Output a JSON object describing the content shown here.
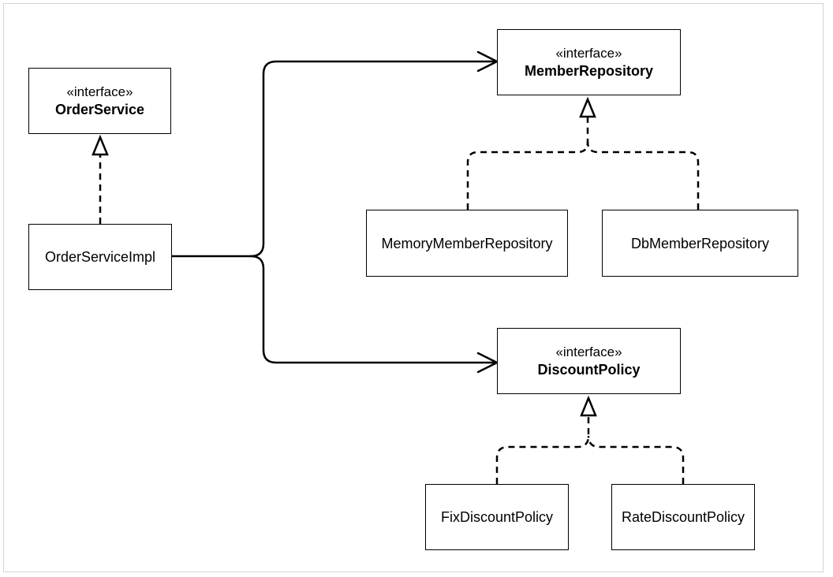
{
  "diagram": {
    "stereotype": "«interface»",
    "nodes": {
      "order_service": {
        "stereotype": "«interface»",
        "name": "OrderService",
        "kind": "interface"
      },
      "order_service_impl": {
        "name": "OrderServiceImpl",
        "kind": "class"
      },
      "member_repository": {
        "stereotype": "«interface»",
        "name": "MemberRepository",
        "kind": "interface"
      },
      "memory_member_repository": {
        "name": "MemoryMemberRepository",
        "kind": "class"
      },
      "db_member_repository": {
        "name": "DbMemberRepository",
        "kind": "class"
      },
      "discount_policy": {
        "stereotype": "«interface»",
        "name": "DiscountPolicy",
        "kind": "interface"
      },
      "fix_discount_policy": {
        "name": "FixDiscountPolicy",
        "kind": "class"
      },
      "rate_discount_policy": {
        "name": "RateDiscountPolicy",
        "kind": "class"
      }
    },
    "edges": [
      {
        "from": "OrderServiceImpl",
        "to": "OrderService",
        "type": "realization"
      },
      {
        "from": "OrderServiceImpl",
        "to": "MemberRepository",
        "type": "association"
      },
      {
        "from": "OrderServiceImpl",
        "to": "DiscountPolicy",
        "type": "association"
      },
      {
        "from": "MemoryMemberRepository",
        "to": "MemberRepository",
        "type": "realization"
      },
      {
        "from": "DbMemberRepository",
        "to": "MemberRepository",
        "type": "realization"
      },
      {
        "from": "FixDiscountPolicy",
        "to": "DiscountPolicy",
        "type": "realization"
      },
      {
        "from": "RateDiscountPolicy",
        "to": "DiscountPolicy",
        "type": "realization"
      }
    ]
  }
}
